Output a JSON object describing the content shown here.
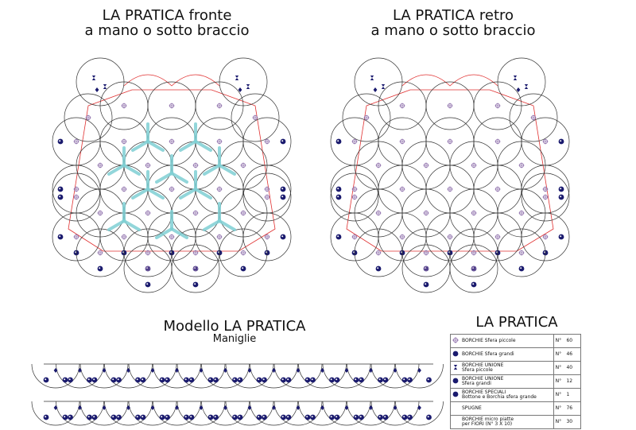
{
  "front": {
    "title_line1": "LA PRATICA fronte",
    "title_line2": "a mano o sotto braccio"
  },
  "back": {
    "title_line1": "LA PRATICA retro",
    "title_line2": "a mano o sotto braccio"
  },
  "model": {
    "title": "Modello LA PRATICA",
    "subtitle": "Maniglie"
  },
  "legend": {
    "title": "LA PRATICA",
    "rows": [
      {
        "icon": "small-sphere-stud-icon",
        "label_line1": "BORCHIE Sfera piccole",
        "label_line2": "",
        "no": "N°",
        "count": "60"
      },
      {
        "icon": "large-sphere-stud-icon",
        "label_line1": "BORCHIE Sfera grandi",
        "label_line2": "",
        "no": "N°",
        "count": "46"
      },
      {
        "icon": "union-small-stud-icon",
        "label_line1": "BORCHIE UNIONE",
        "label_line2": "Sfera piccole",
        "no": "N°",
        "count": "40"
      },
      {
        "icon": "union-large-stud-icon",
        "label_line1": "BORCHIE UNIONE",
        "label_line2": "Sfera grandi",
        "no": "N°",
        "count": "12"
      },
      {
        "icon": "special-stud-icon",
        "label_line1": "BORCHIE SPECIALI",
        "label_line2": "Bottone e Borchia sfera grande",
        "no": "N°",
        "count": "1"
      },
      {
        "icon": "",
        "label_line1": "SPUGNE",
        "label_line2": "",
        "no": "N°",
        "count": "76"
      },
      {
        "icon": "",
        "label_line1": "BORCHIE micro piatte",
        "label_line2": "per FIORI (N° 3 X 10)",
        "no": "N°",
        "count": "30"
      }
    ]
  },
  "colors": {
    "circle_stroke": "#333333",
    "outline_red": "#e03030",
    "stud_dark": "#1a1a6e",
    "stud_light": "#8a6aa8",
    "flower_cyan": "#7fd0d4"
  }
}
